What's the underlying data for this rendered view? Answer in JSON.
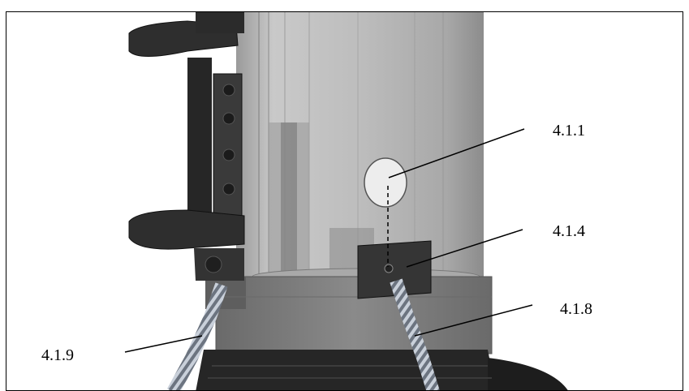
{
  "figure": {
    "callouts": [
      {
        "id": "c-411",
        "label": "4.1.1"
      },
      {
        "id": "c-414",
        "label": "4.1.4"
      },
      {
        "id": "c-418",
        "label": "4.1.8"
      },
      {
        "id": "c-419",
        "label": "4.1.9"
      }
    ]
  },
  "colors": {
    "tube_body": "#bfbfbf",
    "tube_dark": "#6f6f6f",
    "collar": "#7a7a7a",
    "base": "#232323",
    "handle": "#2b2b2b",
    "cable": "#9aa3b0"
  }
}
